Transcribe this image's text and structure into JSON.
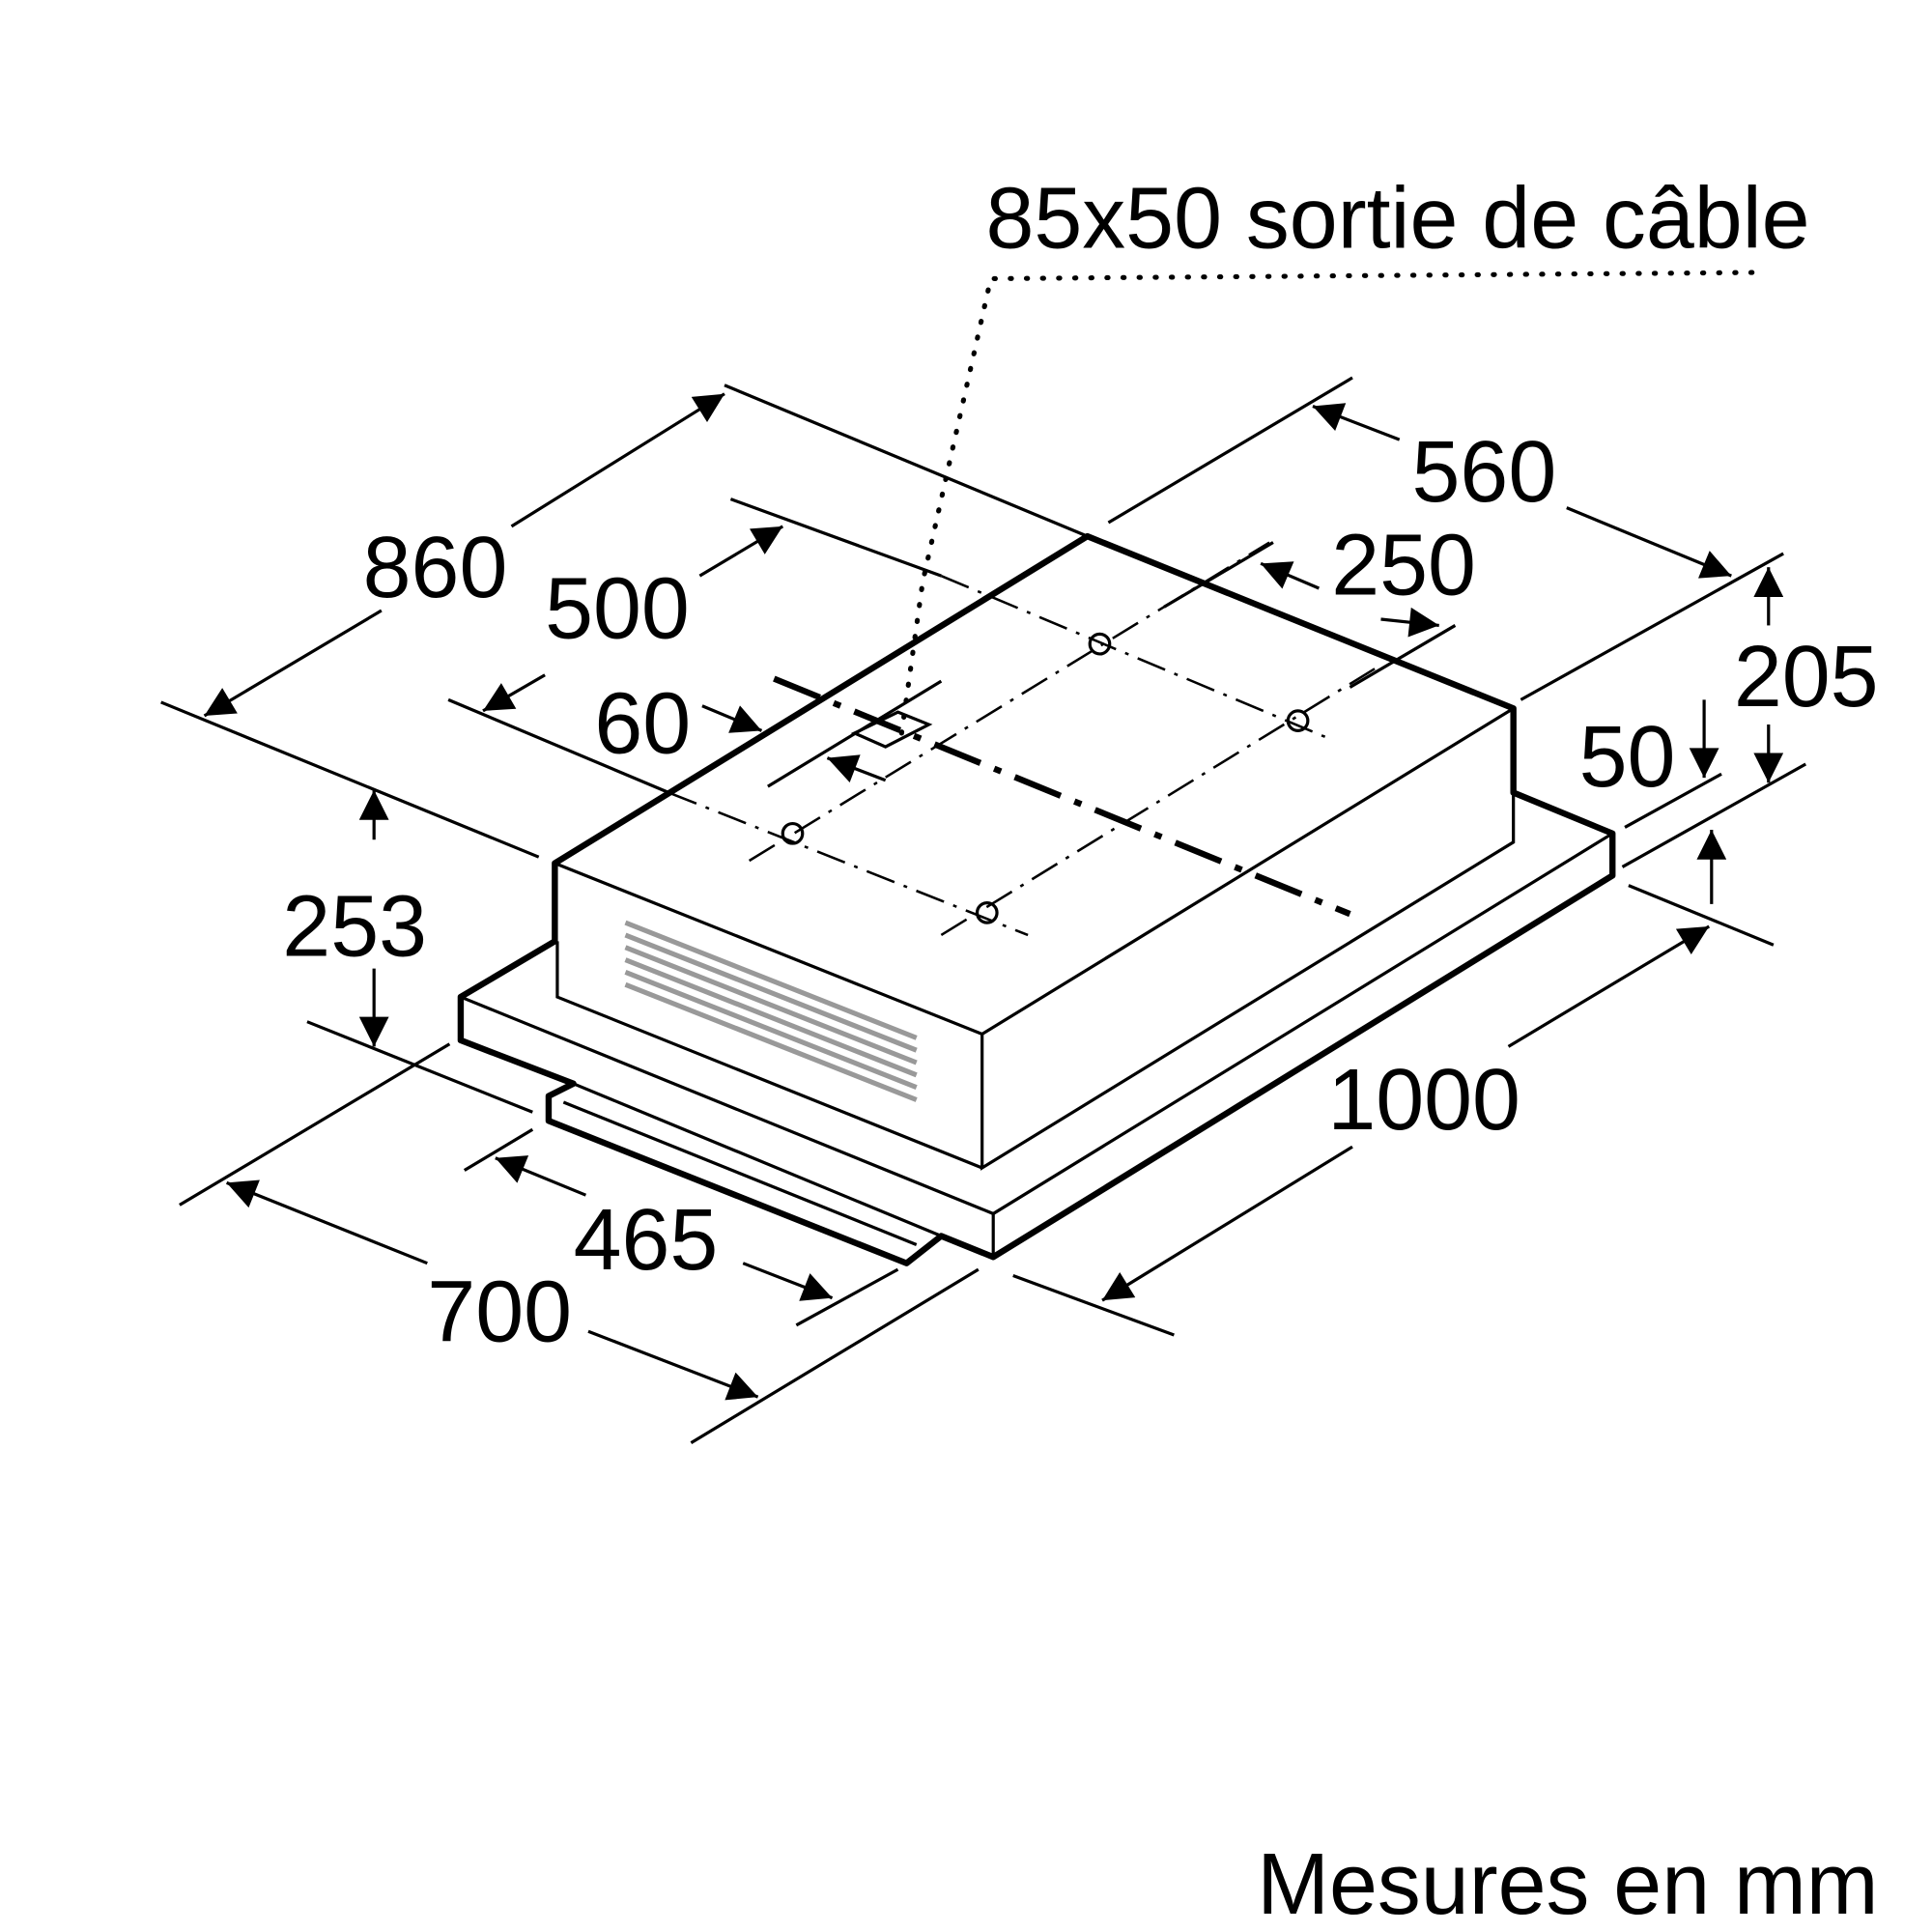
{
  "labels": {
    "cable_outlet": "85x50 sortie de câble",
    "d860": "860",
    "d500": "500",
    "d60": "60",
    "d560": "560",
    "d250": "250",
    "d205": "205",
    "d50": "50",
    "d253": "253",
    "d1000": "1000",
    "d465": "465",
    "d700": "700",
    "units": "Mesures en mm"
  }
}
